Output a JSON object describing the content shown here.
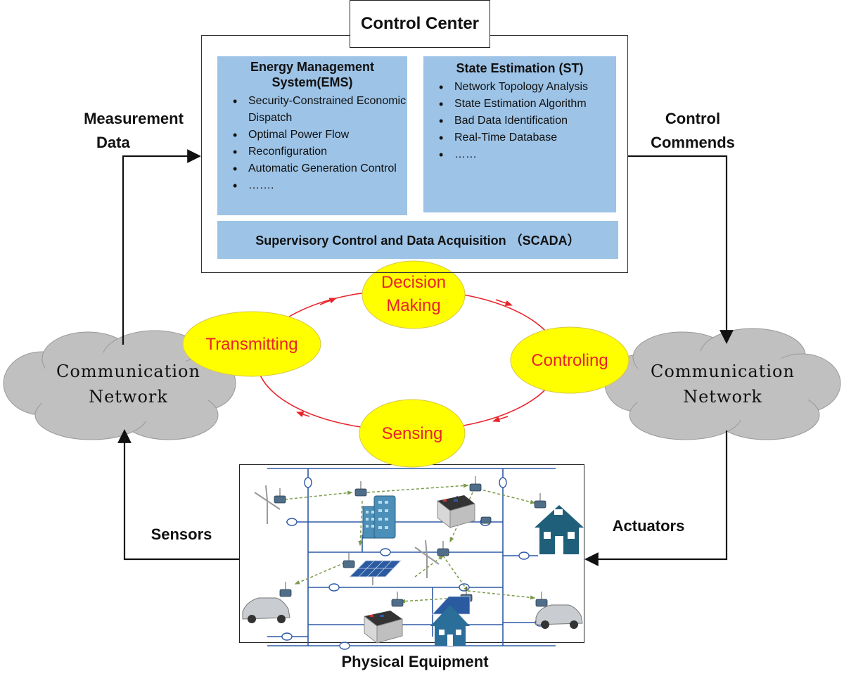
{
  "control_center": {
    "title": "Control Center",
    "ems": {
      "heading": "Energy Management System(EMS)",
      "items": [
        "Security-Constrained Economic Dispatch",
        "Optimal Power Flow",
        "Reconfiguration",
        "Automatic Generation Control",
        "……."
      ]
    },
    "st": {
      "heading": "State Estimation (ST)",
      "items": [
        "Network Topology Analysis",
        "State Estimation Algorithm",
        "Bad Data Identification",
        "Real-Time Database",
        "……"
      ]
    },
    "scada": "Supervisory Control and Data Acquisition （SCADA）"
  },
  "labels": {
    "measurement_data": [
      "Measurement",
      "Data"
    ],
    "control_commends": [
      "Control",
      "Commends"
    ],
    "sensors": "Sensors",
    "actuators": "Actuators",
    "physical_equipment": "Physical Equipment"
  },
  "clouds": {
    "left": [
      "Communication",
      "Network"
    ],
    "right": [
      "Communication",
      "Network"
    ]
  },
  "cycle": {
    "decision_making": [
      "Decision",
      "Making"
    ],
    "transmitting": "Transmitting",
    "controling": "Controling",
    "sensing": "Sensing"
  },
  "colors": {
    "panel": "#9dc3e6",
    "cycle_line": "#e8232a",
    "bubble": "#ffff00",
    "cloud": "#c0c0c0",
    "bus": "#2e5aa7",
    "link": "#7a9a4a"
  }
}
